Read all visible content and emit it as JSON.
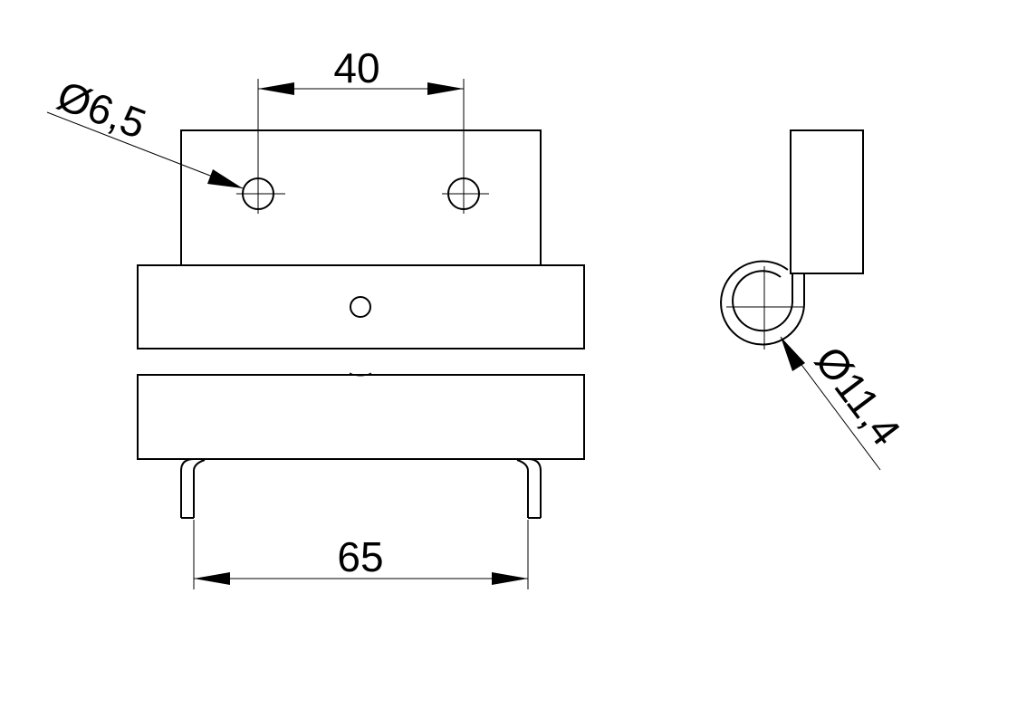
{
  "dimensions": {
    "hole_spacing": "40",
    "hole_diameter": "Ø6,5",
    "pin_spacing": "65",
    "hinge_diameter": "Ø11,4"
  },
  "colors": {
    "line": "#000000",
    "background": "#ffffff"
  }
}
